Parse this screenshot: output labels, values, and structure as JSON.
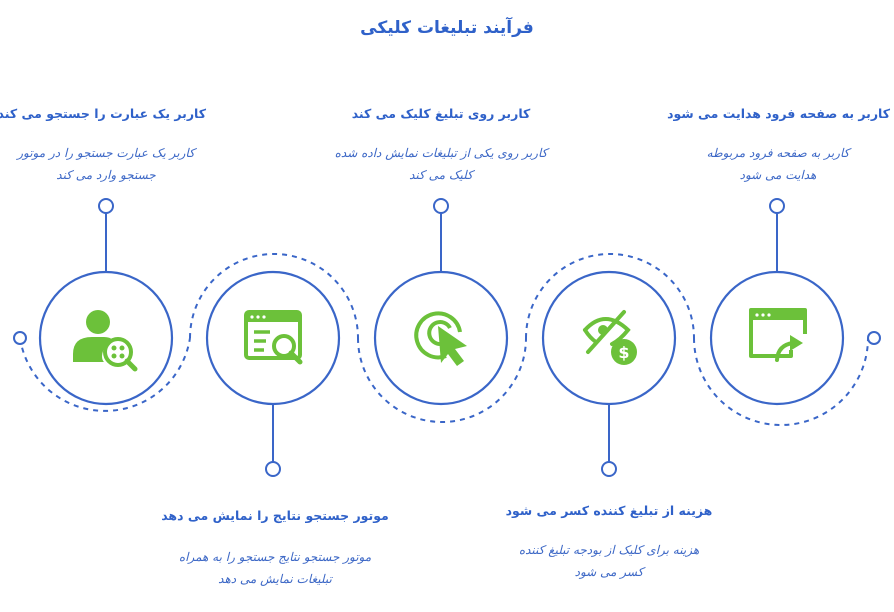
{
  "title": "فرآیند تبلیغات کلیکی",
  "colors": {
    "blue": "#2f61c9",
    "line_blue": "#3a66c8",
    "green": "#6cc13a"
  },
  "steps": [
    {
      "heading": "کاربر یک عبارت را جستجو می کند",
      "description_line1": "کاربر یک عبارت جستجو را در موتور",
      "description_line2": "جستجو وارد می کند",
      "icon": "user-search-icon"
    },
    {
      "heading": "موتور جستجو نتایج را نمایش می دهد",
      "description_line1": "موتور جستجو نتایج جستجو را به همراه",
      "description_line2": "تبلیغات نمایش می دهد",
      "icon": "browser-search-icon"
    },
    {
      "heading": "کاربر روی تبلیغ کلیک می کند",
      "description_line1": "کاربر روی یکی از تبلیغات نمایش داده شده",
      "description_line2": "کلیک می کند",
      "icon": "cursor-click-icon"
    },
    {
      "heading": "هزینه از تبلیغ کننده کسر می شود",
      "description_line1": "هزینه برای کلیک از بودجه تبلیغ کننده",
      "description_line2": "کسر می شود",
      "icon": "no-view-dollar-icon"
    },
    {
      "heading": "کاربر به صفحه فرود هدایت می شود",
      "description_line1": "کاربر به صفحه فرود مربوطه",
      "description_line2": "هدایت می شود",
      "icon": "browser-redirect-icon"
    }
  ]
}
